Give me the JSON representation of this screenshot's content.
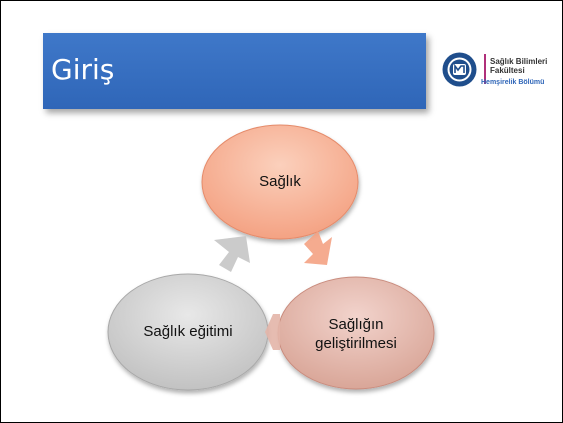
{
  "slide": {
    "title": "Giriş",
    "logo": {
      "line1": "Sağlık Bilimleri",
      "line2": "Fakültesi",
      "line3": "Hemşirelik Bölümü"
    }
  },
  "diagram": {
    "nodes": [
      {
        "label": "Sağlık"
      },
      {
        "label": "Sağlığın\ngeliştirilmesi"
      },
      {
        "label": "Sağlık eğitimi"
      }
    ]
  }
}
